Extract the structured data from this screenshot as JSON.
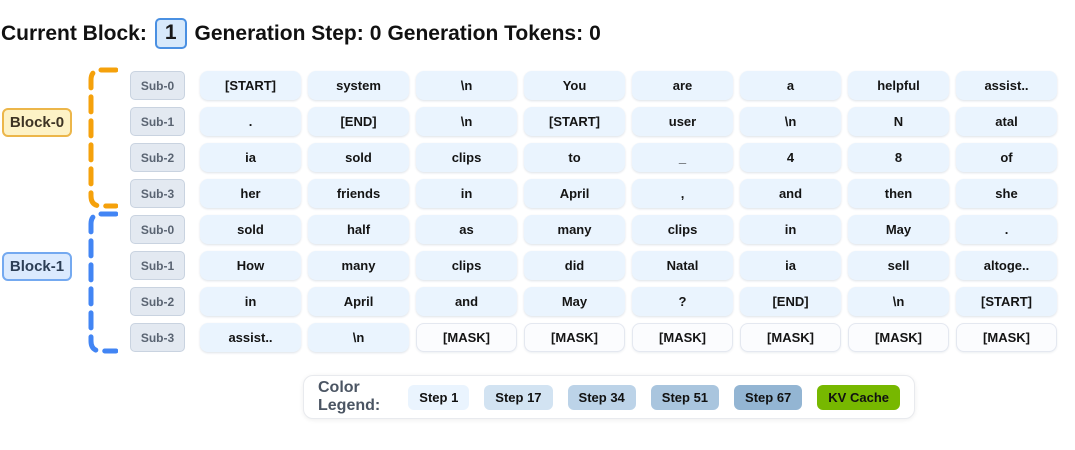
{
  "header": {
    "current_block_label": "Current Block:",
    "current_block_value": "1",
    "generation_step_label": "Generation Step:",
    "generation_step_value": "0",
    "generation_tokens_label": "Generation Tokens:",
    "generation_tokens_value": "0"
  },
  "mask_token": "[MASK]",
  "blocks": [
    {
      "label": "Block-0",
      "bracket_color": "#f5a10b",
      "rows": [
        {
          "sub": "Sub-0",
          "tokens": [
            "[START]",
            "system",
            "\\n",
            "You",
            "are",
            "a",
            "helpful",
            "assist.."
          ]
        },
        {
          "sub": "Sub-1",
          "tokens": [
            ".",
            "[END]",
            "\\n",
            "[START]",
            "user",
            "\\n",
            "N",
            "atal"
          ]
        },
        {
          "sub": "Sub-2",
          "tokens": [
            "ia",
            "sold",
            "clips",
            "to",
            "_",
            "4",
            "8",
            "of"
          ]
        },
        {
          "sub": "Sub-3",
          "tokens": [
            "her",
            "friends",
            "in",
            "April",
            ",",
            "and",
            "then",
            "she"
          ]
        }
      ]
    },
    {
      "label": "Block-1",
      "bracket_color": "#4285f4",
      "rows": [
        {
          "sub": "Sub-0",
          "tokens": [
            "sold",
            "half",
            "as",
            "many",
            "clips",
            "in",
            "May",
            "."
          ]
        },
        {
          "sub": "Sub-1",
          "tokens": [
            "How",
            "many",
            "clips",
            "did",
            "Natal",
            "ia",
            "sell",
            "altoge.."
          ]
        },
        {
          "sub": "Sub-2",
          "tokens": [
            "in",
            "April",
            "and",
            "May",
            "?",
            "[END]",
            "\\n",
            "[START]"
          ]
        },
        {
          "sub": "Sub-3",
          "tokens": [
            "assist..",
            "\\n",
            "[MASK]",
            "[MASK]",
            "[MASK]",
            "[MASK]",
            "[MASK]",
            "[MASK]"
          ]
        }
      ]
    }
  ],
  "legend": {
    "title": "Color Legend:",
    "items": [
      {
        "label": "Step 1",
        "color": "#eaf4fe",
        "text_color": "#111111"
      },
      {
        "label": "Step 17",
        "color": "#d2e3f2",
        "text_color": "#111111"
      },
      {
        "label": "Step 34",
        "color": "#bcd3e8",
        "text_color": "#111111"
      },
      {
        "label": "Step 51",
        "color": "#a9c5de",
        "text_color": "#111111"
      },
      {
        "label": "Step 67",
        "color": "#93b5d3",
        "text_color": "#111111"
      },
      {
        "label": "KV Cache",
        "color": "#77b800",
        "text_color": "#111111"
      }
    ]
  },
  "colors": {
    "badge-bg": "#d7e9fb",
    "badge-border": "#4a90e2",
    "cell-bg": "#eaf4fe",
    "mask-bg": "#fbfcfe",
    "mask-border": "#e4e8f0",
    "sub-bg": "#e3e9f1",
    "sub-border": "#c9d3e0",
    "sub-text": "#5a6472",
    "block0-label-bg": "#fdf2c6",
    "block0-label-border": "#ecb64a",
    "block0-label-text": "#3d3324",
    "block1-label-bg": "#dbeafe",
    "block1-label-border": "#74a9f0",
    "block1-label-text": "#2c3e55"
  }
}
